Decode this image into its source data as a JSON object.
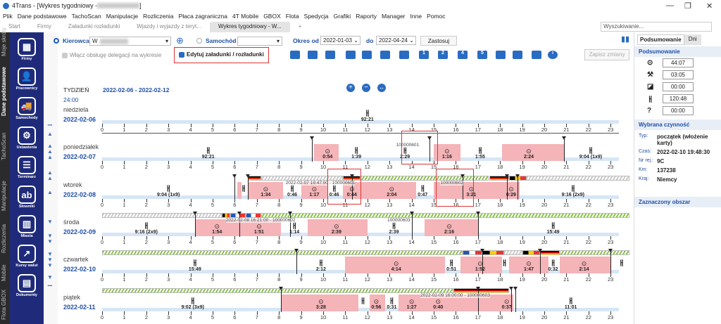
{
  "window": {
    "title": "4Trans - [Wykres tygodniowy - ",
    "title_end": "]",
    "minimize": "—",
    "maximize": "❐",
    "close": "✕"
  },
  "menu": [
    "Plik",
    "Dane podstawowe",
    "TachoScan",
    "Manipulacje",
    "Rozliczenia",
    "Płaca zagraniczna",
    "4T Mobile",
    "GBOX",
    "Flota",
    "Spedycja",
    "Grafiki",
    "Raporty",
    "Manager",
    "Inne",
    "Pomoc"
  ],
  "tabs": [
    "Start",
    "Firmy",
    "Załadunki rozładunki",
    "Wjazdy i wyjazdy z teryt...",
    "Wykres tygodniowy - W...",
    "+"
  ],
  "search": {
    "placeholder": "Wyszukiwanie..."
  },
  "vtabs": [
    "Moje skróty",
    "Dane podstawowe",
    "TachoScan",
    "Manipulacje",
    "Rozliczenia",
    "Mobile",
    "GBOX",
    "Flota"
  ],
  "sidebar": [
    {
      "label": "Firmy",
      "icon": "▦"
    },
    {
      "label": "Pracownicy",
      "icon": "👤"
    },
    {
      "label": "Samochody",
      "icon": "🚚"
    },
    {
      "label": "Ustawienia",
      "icon": "⚙"
    },
    {
      "label": "Terminarz",
      "icon": "☰"
    },
    {
      "label": "Słowniki",
      "icon": "ab"
    },
    {
      "label": "Miasta",
      "icon": "▥"
    },
    {
      "label": "Kursy walut",
      "icon": "↗"
    },
    {
      "label": "Dokumenty",
      "icon": "▤"
    }
  ],
  "filters": {
    "driver_label": "Kierowca",
    "driver_value": "W",
    "vehicle_label": "Samochód",
    "period_from_label": "Okres od",
    "period_from": "2022-01-03",
    "period_to_label": "do",
    "period_to": "2022-04-24",
    "apply": "Zastosuj",
    "delegation": "Włącz obsługę delegacji na wykresie",
    "edit_loads": "Edytuj załadunki / rozładunki",
    "save": "Zapisz zmiany"
  },
  "toolbar_icons": [
    "home-in",
    "home-out",
    "home-x",
    "load-up",
    "border",
    "unload-down",
    "rest-add",
    "1",
    "2",
    "4",
    "5",
    "gbox-1",
    "gbox-2",
    "home-settings",
    "info"
  ],
  "week": {
    "label": "TYDZIEŃ",
    "range": "2022-02-06 - 2022-02-12",
    "start_time": "24:00"
  },
  "right_panel": {
    "tabs": [
      "Podsumowanie",
      "Dni"
    ],
    "summary_title": "Podsumowanie",
    "summary": [
      {
        "icon": "⊙",
        "value": "44:07"
      },
      {
        "icon": "⚒",
        "value": "03:05"
      },
      {
        "icon": "◪",
        "value": "00:00"
      },
      {
        "icon": "ㅐ",
        "value": "120:48"
      },
      {
        "icon": "?",
        "value": "00:00"
      }
    ],
    "selected_title": "Wybrana czynność",
    "selected": [
      {
        "k": "Typ:",
        "v": "początek (włożenie karty)"
      },
      {
        "k": "Czas:",
        "v": "2022-02-10 19:48:30"
      },
      {
        "k": "Nr rej.:",
        "v": "9C"
      },
      {
        "k": "Km:",
        "v": "137238"
      },
      {
        "k": "Kraj:",
        "v": "Niemcy"
      }
    ],
    "area_title": "Zaznaczony obszar"
  },
  "chart_data": {
    "type": "timeline",
    "x_range": [
      0,
      24
    ],
    "ticks": [
      "0",
      "1",
      "2",
      "3",
      "4",
      "5",
      "6",
      "7",
      "8",
      "9",
      "10",
      "11",
      "12",
      "13",
      "14",
      "15",
      "16",
      "17",
      "18",
      "19",
      "20",
      "21",
      "22",
      "23"
    ],
    "days": [
      {
        "name": "niedziela",
        "date": "2022-02-06",
        "drive": [],
        "rest": [
          {
            "at": 12,
            "label": "92:21"
          }
        ],
        "notes": [],
        "strip": []
      },
      {
        "name": "poniedziałek",
        "date": "2022-02-07",
        "drive": [
          {
            "from": 9.6,
            "to": 10.7,
            "labels": [
              {
                "at": 10.2,
                "label": "0:54"
              }
            ]
          },
          {
            "from": 15.0,
            "to": 16.2,
            "labels": [
              {
                "at": 15.6,
                "label": "1:16"
              }
            ]
          },
          {
            "from": 18.1,
            "to": 20.9,
            "labels": [
              {
                "at": 19.3,
                "label": "2:24"
              }
            ]
          }
        ],
        "rest": [
          {
            "at": 4.8,
            "label": "92:21"
          },
          {
            "at": 11.5,
            "label": "1:39"
          },
          {
            "at": 13.7,
            "label": "2:29"
          },
          {
            "at": 17.1,
            "label": "1:55"
          },
          {
            "at": 22.1,
            "label": "9:04 (1x9)"
          }
        ],
        "notes": [
          {
            "at": 13.3,
            "label": "100000601"
          }
        ],
        "marks": [
          9.5,
          14.8,
          20.9
        ],
        "strip": []
      },
      {
        "name": "wtorek",
        "date": "2022-02-08",
        "drive": [
          {
            "from": 6.1,
            "to": 6.3,
            "labels": []
          },
          {
            "from": 6.6,
            "to": 8.2,
            "labels": [
              {
                "at": 7.4,
                "label": "1:34"
              }
            ]
          },
          {
            "from": 9.0,
            "to": 10.2,
            "labels": [
              {
                "at": 9.6,
                "label": "1:17"
              }
            ]
          },
          {
            "from": 10.9,
            "to": 14.2,
            "labels": [
              {
                "at": 11.3,
                "label": "0:44"
              },
              {
                "at": 13.1,
                "label": "2:04"
              }
            ]
          },
          {
            "from": 15.0,
            "to": 18.9,
            "labels": [
              {
                "at": 16.7,
                "label": "3:21"
              },
              {
                "at": 18.5,
                "label": "0:29"
              }
            ]
          }
        ],
        "rest": [
          {
            "at": 3.0,
            "label": "9:04 (1x9)"
          },
          {
            "at": 6.4,
            "label": ""
          },
          {
            "at": 8.6,
            "label": "0:46"
          },
          {
            "at": 10.5,
            "label": "0:46"
          },
          {
            "at": 14.5,
            "label": "0:47"
          },
          {
            "at": 21.3,
            "label": "9:16 (2x9)"
          }
        ],
        "notes": [
          {
            "at": 8.3,
            "label": "2022-02-07 19:47:00 - 100000601"
          },
          {
            "at": 15.3,
            "label": "100000602"
          }
        ],
        "marks": [
          6.0,
          6.6,
          11.3,
          16.3,
          18.3,
          18.8
        ],
        "strip": [
          {
            "from": 6.6,
            "to": 7.2,
            "kind": "de"
          },
          {
            "from": 7.2,
            "to": 10.9,
            "kind": "hg"
          },
          {
            "from": 10.9,
            "to": 11.7,
            "kind": "de"
          },
          {
            "from": 11.7,
            "to": 17.5,
            "kind": "hgr"
          },
          {
            "from": 17.5,
            "to": 18.4,
            "kind": "de"
          },
          {
            "from": 18.4,
            "to": 19.2,
            "kind": "be"
          },
          {
            "from": 19.2,
            "to": 24,
            "kind": "hg"
          }
        ]
      },
      {
        "name": "środa",
        "date": "2022-02-09",
        "drive": [
          {
            "from": 4.2,
            "to": 8.1,
            "labels": [
              {
                "at": 5.2,
                "label": "1:54"
              },
              {
                "at": 7.1,
                "label": "1:51"
              }
            ]
          },
          {
            "from": 9.3,
            "to": 12.0,
            "labels": [
              {
                "at": 10.6,
                "label": "2:39"
              }
            ]
          },
          {
            "from": 14.6,
            "to": 17.0,
            "labels": [
              {
                "at": 15.7,
                "label": "2:16"
              }
            ]
          }
        ],
        "rest": [
          {
            "at": 2.0,
            "label": "9:16 (2x9)"
          },
          {
            "at": 8.7,
            "label": "1:14"
          },
          {
            "at": 13.2,
            "label": "2:39"
          },
          {
            "at": 20.4,
            "label": "15:49"
          }
        ],
        "notes": [
          {
            "at": 5.6,
            "label": "2022-02-08 16:21:00 - 100000602"
          },
          {
            "at": 12.9,
            "label": "100000603"
          }
        ],
        "marks": [
          4.2,
          6.2,
          8.5,
          14.0,
          17.0
        ],
        "strip": [
          {
            "from": 0,
            "to": 5.4,
            "kind": "hg"
          },
          {
            "from": 5.4,
            "to": 5.8,
            "kind": "be"
          },
          {
            "from": 5.8,
            "to": 6.5,
            "kind": "fr"
          },
          {
            "from": 6.5,
            "to": 7.2,
            "kind": "fr"
          },
          {
            "from": 7.2,
            "to": 24,
            "kind": "hgr"
          }
        ]
      },
      {
        "name": "czwartek",
        "date": "2022-02-10",
        "drive": [
          {
            "from": 11.0,
            "to": 15.5,
            "labels": [
              {
                "at": 13.3,
                "label": "4:14"
              }
            ]
          },
          {
            "from": 16.2,
            "to": 18.1,
            "labels": [
              {
                "at": 17.1,
                "label": "1:52"
              }
            ]
          },
          {
            "from": 18.4,
            "to": 20.2,
            "labels": [
              {
                "at": 19.3,
                "label": "1:47"
              }
            ]
          },
          {
            "from": 20.7,
            "to": 23.0,
            "labels": [
              {
                "at": 21.8,
                "label": "2:14"
              }
            ]
          }
        ],
        "rest": [
          {
            "at": 4.2,
            "label": "15:49"
          },
          {
            "at": 9.9,
            "label": "2:12"
          },
          {
            "at": 15.8,
            "label": "0:51"
          },
          {
            "at": 18.2,
            "label": ""
          },
          {
            "at": 20.4,
            "label": "0:32"
          },
          {
            "at": 23.5,
            "label": ""
          }
        ],
        "notes": [],
        "marks": [
          8.8,
          17.2,
          19.8,
          23.0
        ],
        "strip": [
          {
            "from": 0,
            "to": 16.3,
            "kind": "hgr"
          },
          {
            "from": 16.3,
            "to": 17.2,
            "kind": "fr"
          },
          {
            "from": 17.2,
            "to": 18.2,
            "kind": "be"
          },
          {
            "from": 18.2,
            "to": 19.0,
            "kind": "hg"
          },
          {
            "from": 19.0,
            "to": 19.8,
            "kind": "be"
          },
          {
            "from": 19.8,
            "to": 20.7,
            "kind": "de"
          },
          {
            "from": 20.7,
            "to": 24,
            "kind": "hgr"
          }
        ]
      },
      {
        "name": "piątek",
        "date": "2022-02-11",
        "drive": [
          {
            "from": 8.1,
            "to": 11.6,
            "labels": [
              {
                "at": 9.9,
                "label": "3:28"
              }
            ]
          },
          {
            "from": 12.1,
            "to": 12.8,
            "labels": [
              {
                "at": 12.4,
                "label": "0:56"
              }
            ]
          },
          {
            "from": 13.4,
            "to": 18.6,
            "labels": [
              {
                "at": 14.0,
                "label": "1:27"
              },
              {
                "at": 15.2,
                "label": "0:40"
              },
              {
                "at": 18.3,
                "label": "0:37"
              }
            ]
          }
        ],
        "rest": [
          {
            "at": 4.1,
            "label": "9:02 (3x9)"
          },
          {
            "at": 11.8,
            "label": ""
          },
          {
            "at": 13.1,
            "label": "0:31"
          },
          {
            "at": 21.2,
            "label": "11:01"
          }
        ],
        "notes": [
          {
            "at": 14.4,
            "label": "2022-02-09 16:00:00 - 100000603"
          }
        ],
        "marks": [
          8.1,
          17.0,
          18.5,
          18.7
        ],
        "strip": [
          {
            "from": 0,
            "to": 15.9,
            "kind": "hgr"
          },
          {
            "from": 15.9,
            "to": 18.4,
            "kind": "de"
          }
        ]
      }
    ]
  }
}
